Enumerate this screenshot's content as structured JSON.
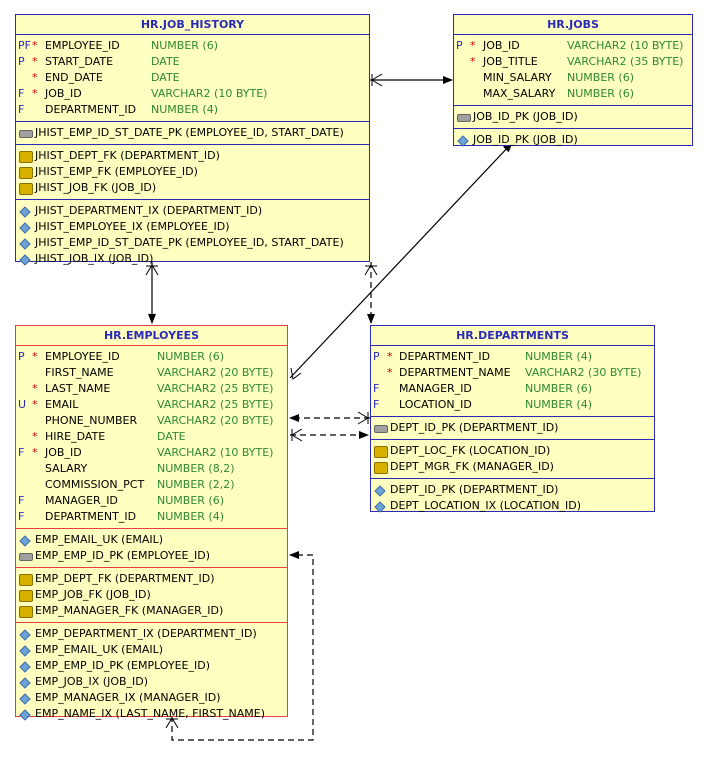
{
  "tables": {
    "job_history": {
      "title": "HR.JOB_HISTORY",
      "columns": [
        {
          "flag": "PF",
          "req": "*",
          "name": "EMPLOYEE_ID",
          "type": "NUMBER (6)"
        },
        {
          "flag": "P",
          "req": "*",
          "name": "START_DATE",
          "type": "DATE"
        },
        {
          "flag": "",
          "req": "*",
          "name": "END_DATE",
          "type": "DATE"
        },
        {
          "flag": "F",
          "req": "*",
          "name": "JOB_ID",
          "type": "VARCHAR2 (10 BYTE)"
        },
        {
          "flag": "F",
          "req": "",
          "name": "DEPARTMENT_ID",
          "type": "NUMBER (4)"
        }
      ],
      "pk": [
        "JHIST_EMP_ID_ST_DATE_PK (EMPLOYEE_ID, START_DATE)"
      ],
      "fk": [
        "JHIST_DEPT_FK (DEPARTMENT_ID)",
        "JHIST_EMP_FK (EMPLOYEE_ID)",
        "JHIST_JOB_FK (JOB_ID)"
      ],
      "idx": [
        "JHIST_DEPARTMENT_IX (DEPARTMENT_ID)",
        "JHIST_EMPLOYEE_IX (EMPLOYEE_ID)",
        "JHIST_EMP_ID_ST_DATE_PK (EMPLOYEE_ID, START_DATE)",
        "JHIST_JOB_IX (JOB_ID)"
      ]
    },
    "jobs": {
      "title": "HR.JOBS",
      "columns": [
        {
          "flag": "P",
          "req": "*",
          "name": "JOB_ID",
          "type": "VARCHAR2 (10 BYTE)"
        },
        {
          "flag": "",
          "req": "*",
          "name": "JOB_TITLE",
          "type": "VARCHAR2 (35 BYTE)"
        },
        {
          "flag": "",
          "req": "",
          "name": "MIN_SALARY",
          "type": "NUMBER (6)"
        },
        {
          "flag": "",
          "req": "",
          "name": "MAX_SALARY",
          "type": "NUMBER (6)"
        }
      ],
      "pk": [
        "JOB_ID_PK (JOB_ID)"
      ],
      "fk": [],
      "idx": [
        "JOB_ID_PK (JOB_ID)"
      ]
    },
    "employees": {
      "title": "HR.EMPLOYEES",
      "columns": [
        {
          "flag": "P",
          "req": "*",
          "name": "EMPLOYEE_ID",
          "type": "NUMBER (6)"
        },
        {
          "flag": "",
          "req": "",
          "name": "FIRST_NAME",
          "type": "VARCHAR2 (20 BYTE)"
        },
        {
          "flag": "",
          "req": "*",
          "name": "LAST_NAME",
          "type": "VARCHAR2 (25 BYTE)"
        },
        {
          "flag": "U",
          "req": "*",
          "name": "EMAIL",
          "type": "VARCHAR2 (25 BYTE)"
        },
        {
          "flag": "",
          "req": "",
          "name": "PHONE_NUMBER",
          "type": "VARCHAR2 (20 BYTE)"
        },
        {
          "flag": "",
          "req": "*",
          "name": "HIRE_DATE",
          "type": "DATE"
        },
        {
          "flag": "F",
          "req": "*",
          "name": "JOB_ID",
          "type": "VARCHAR2 (10 BYTE)"
        },
        {
          "flag": "",
          "req": "",
          "name": "SALARY",
          "type": "NUMBER (8,2)"
        },
        {
          "flag": "",
          "req": "",
          "name": "COMMISSION_PCT",
          "type": "NUMBER (2,2)"
        },
        {
          "flag": "F",
          "req": "",
          "name": "MANAGER_ID",
          "type": "NUMBER (6)"
        },
        {
          "flag": "F",
          "req": "",
          "name": "DEPARTMENT_ID",
          "type": "NUMBER (4)"
        }
      ],
      "pk": [
        "EMP_EMAIL_UK (EMAIL)",
        "EMP_EMP_ID_PK (EMPLOYEE_ID)"
      ],
      "pk_icons": [
        "diamond",
        "pk"
      ],
      "fk": [
        "EMP_DEPT_FK (DEPARTMENT_ID)",
        "EMP_JOB_FK (JOB_ID)",
        "EMP_MANAGER_FK (MANAGER_ID)"
      ],
      "idx": [
        "EMP_DEPARTMENT_IX (DEPARTMENT_ID)",
        "EMP_EMAIL_UK (EMAIL)",
        "EMP_EMP_ID_PK (EMPLOYEE_ID)",
        "EMP_JOB_IX (JOB_ID)",
        "EMP_MANAGER_IX (MANAGER_ID)",
        "EMP_NAME_IX (LAST_NAME, FIRST_NAME)"
      ]
    },
    "departments": {
      "title": "HR.DEPARTMENTS",
      "columns": [
        {
          "flag": "P",
          "req": "*",
          "name": "DEPARTMENT_ID",
          "type": "NUMBER (4)"
        },
        {
          "flag": "",
          "req": "*",
          "name": "DEPARTMENT_NAME",
          "type": "VARCHAR2 (30 BYTE)"
        },
        {
          "flag": "F",
          "req": "",
          "name": "MANAGER_ID",
          "type": "NUMBER (6)"
        },
        {
          "flag": "F",
          "req": "",
          "name": "LOCATION_ID",
          "type": "NUMBER (4)"
        }
      ],
      "pk": [
        "DEPT_ID_PK (DEPARTMENT_ID)"
      ],
      "fk": [
        "DEPT_LOC_FK (LOCATION_ID)",
        "DEPT_MGR_FK (MANAGER_ID)"
      ],
      "idx": [
        "DEPT_ID_PK (DEPARTMENT_ID)",
        "DEPT_LOCATION_IX (LOCATION_ID)"
      ]
    }
  },
  "colors": {
    "table_bg": "#ffffc0",
    "table_border": "#2a2ab8",
    "selected_border": "#e04040",
    "column_type": "#2e8b2e",
    "required_marker": "#d00000"
  }
}
